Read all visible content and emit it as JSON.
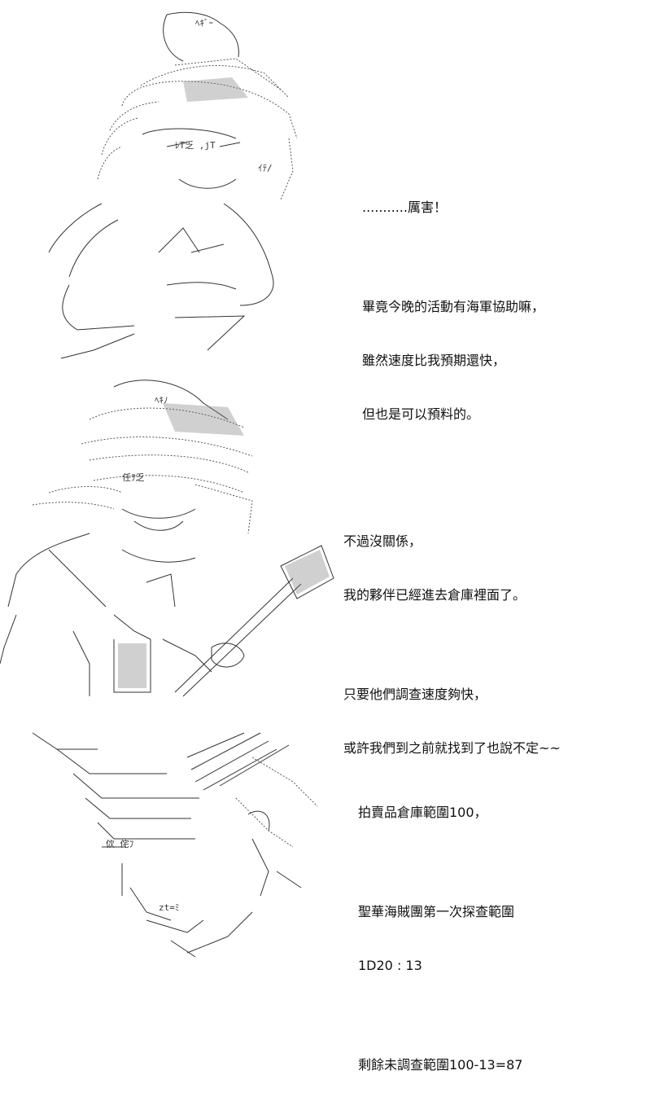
{
  "panels": [
    {
      "lines": [
        "...........厲害！",
        "",
        "畢竟今晚的活動有海軍協助嘛，",
        "雖然速度比我預期還快，",
        "但也是可以預料的。"
      ]
    },
    {
      "lines": [
        "不過沒關係，",
        "我的夥伴已經進去倉庫裡面了。",
        "",
        "只要他們調查速度夠快，",
        "或許我們到之前就找到了也說不定~~"
      ]
    },
    {
      "lines": [
        "拍賣品倉庫範圍100，",
        "",
        "聖華海賊團第一次探查範圍",
        "1D20 : 13",
        "",
        "剩餘未調查範圍100-13=87"
      ]
    }
  ],
  "art_text": {
    "p1_cap": "ﾍｷﾞｰ",
    "p1_face": "ﾚT乏 ,jT",
    "p1_mouth": "ｲﾃ/",
    "p2_cap": "ﾍｷﾉ",
    "p2_face": "任ｦ乏",
    "p3_mark": "zt=ﾐ",
    "p3_mark2": "佽  侘ﾌ"
  }
}
